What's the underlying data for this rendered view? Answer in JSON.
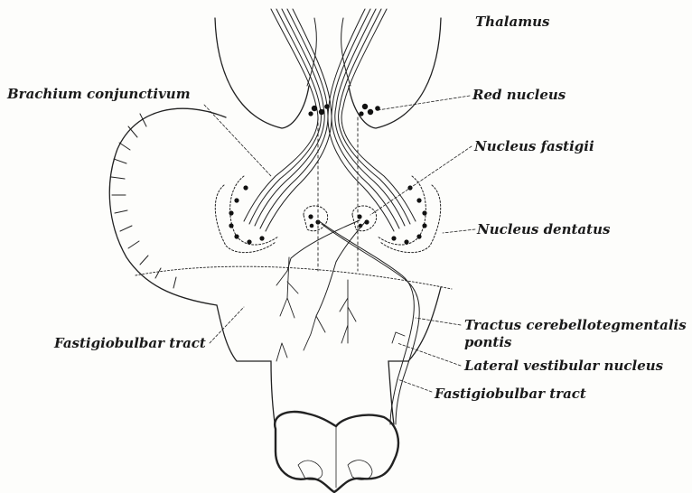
{
  "labels": {
    "thalamus": "Thalamus",
    "red_nucleus": "Red nucleus",
    "brachium_conjunctivum": "Brachium conjunctivum",
    "nucleus_fastigii": "Nucleus fastigii",
    "nucleus_dentatus": "Nucleus dentatus",
    "fastigiobulbar_tract_left": "Fastigiobulbar tract",
    "tractus_cerebellotegmentalis": "Tractus cerebellotegmentalis",
    "tractus_pontis": "pontis",
    "lateral_vestibular_nucleus": "Lateral vestibular nucleus",
    "fastigiobulbar_tract_right": "Fastigiobulbar tract"
  }
}
